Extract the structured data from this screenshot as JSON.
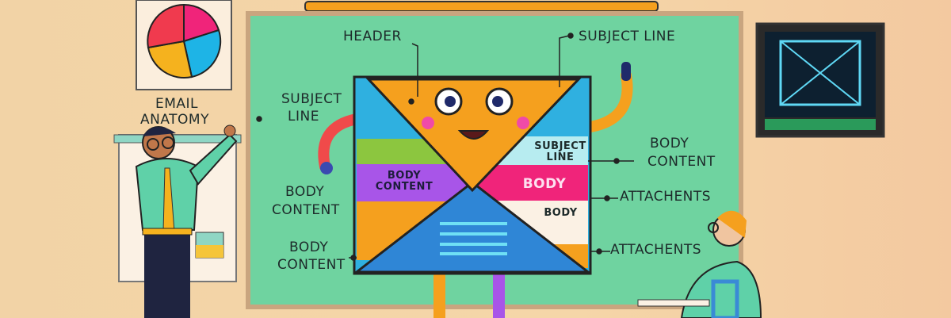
{
  "poster": {
    "title_line1": "EMAIL",
    "title_line2": "ANATOMY"
  },
  "board_labels": {
    "header": "HEADER",
    "subject_line_top": "SUBJECT LINE",
    "subject_line_left_1": "SUBJECT",
    "subject_line_left_2": "LINE",
    "body_content_left_1": "BODY",
    "body_content_left_2": "CONTENT",
    "body_content_lower_1": "BODY",
    "body_content_lower_2": "CONTENT",
    "body_content_right_1": "BODY",
    "body_content_right_2": "CONTENT",
    "attachents_1": "ATTACHENTS",
    "attachents_2": "ATTACHENTS"
  },
  "envelope_labels": {
    "subject_1": "SUBJECT",
    "subject_2": "LINE",
    "body_content_1": "BODY",
    "body_content_2": "CONTENT",
    "body_pink": "BODY",
    "body_white": "BODY"
  },
  "colors": {
    "board": "#6fd3a0",
    "envelope_flap": "#f5a01e",
    "envelope_blue": "#2f86d6",
    "pink": "#f0247a",
    "purple": "#a855e8",
    "background": "#f2d3a6"
  }
}
